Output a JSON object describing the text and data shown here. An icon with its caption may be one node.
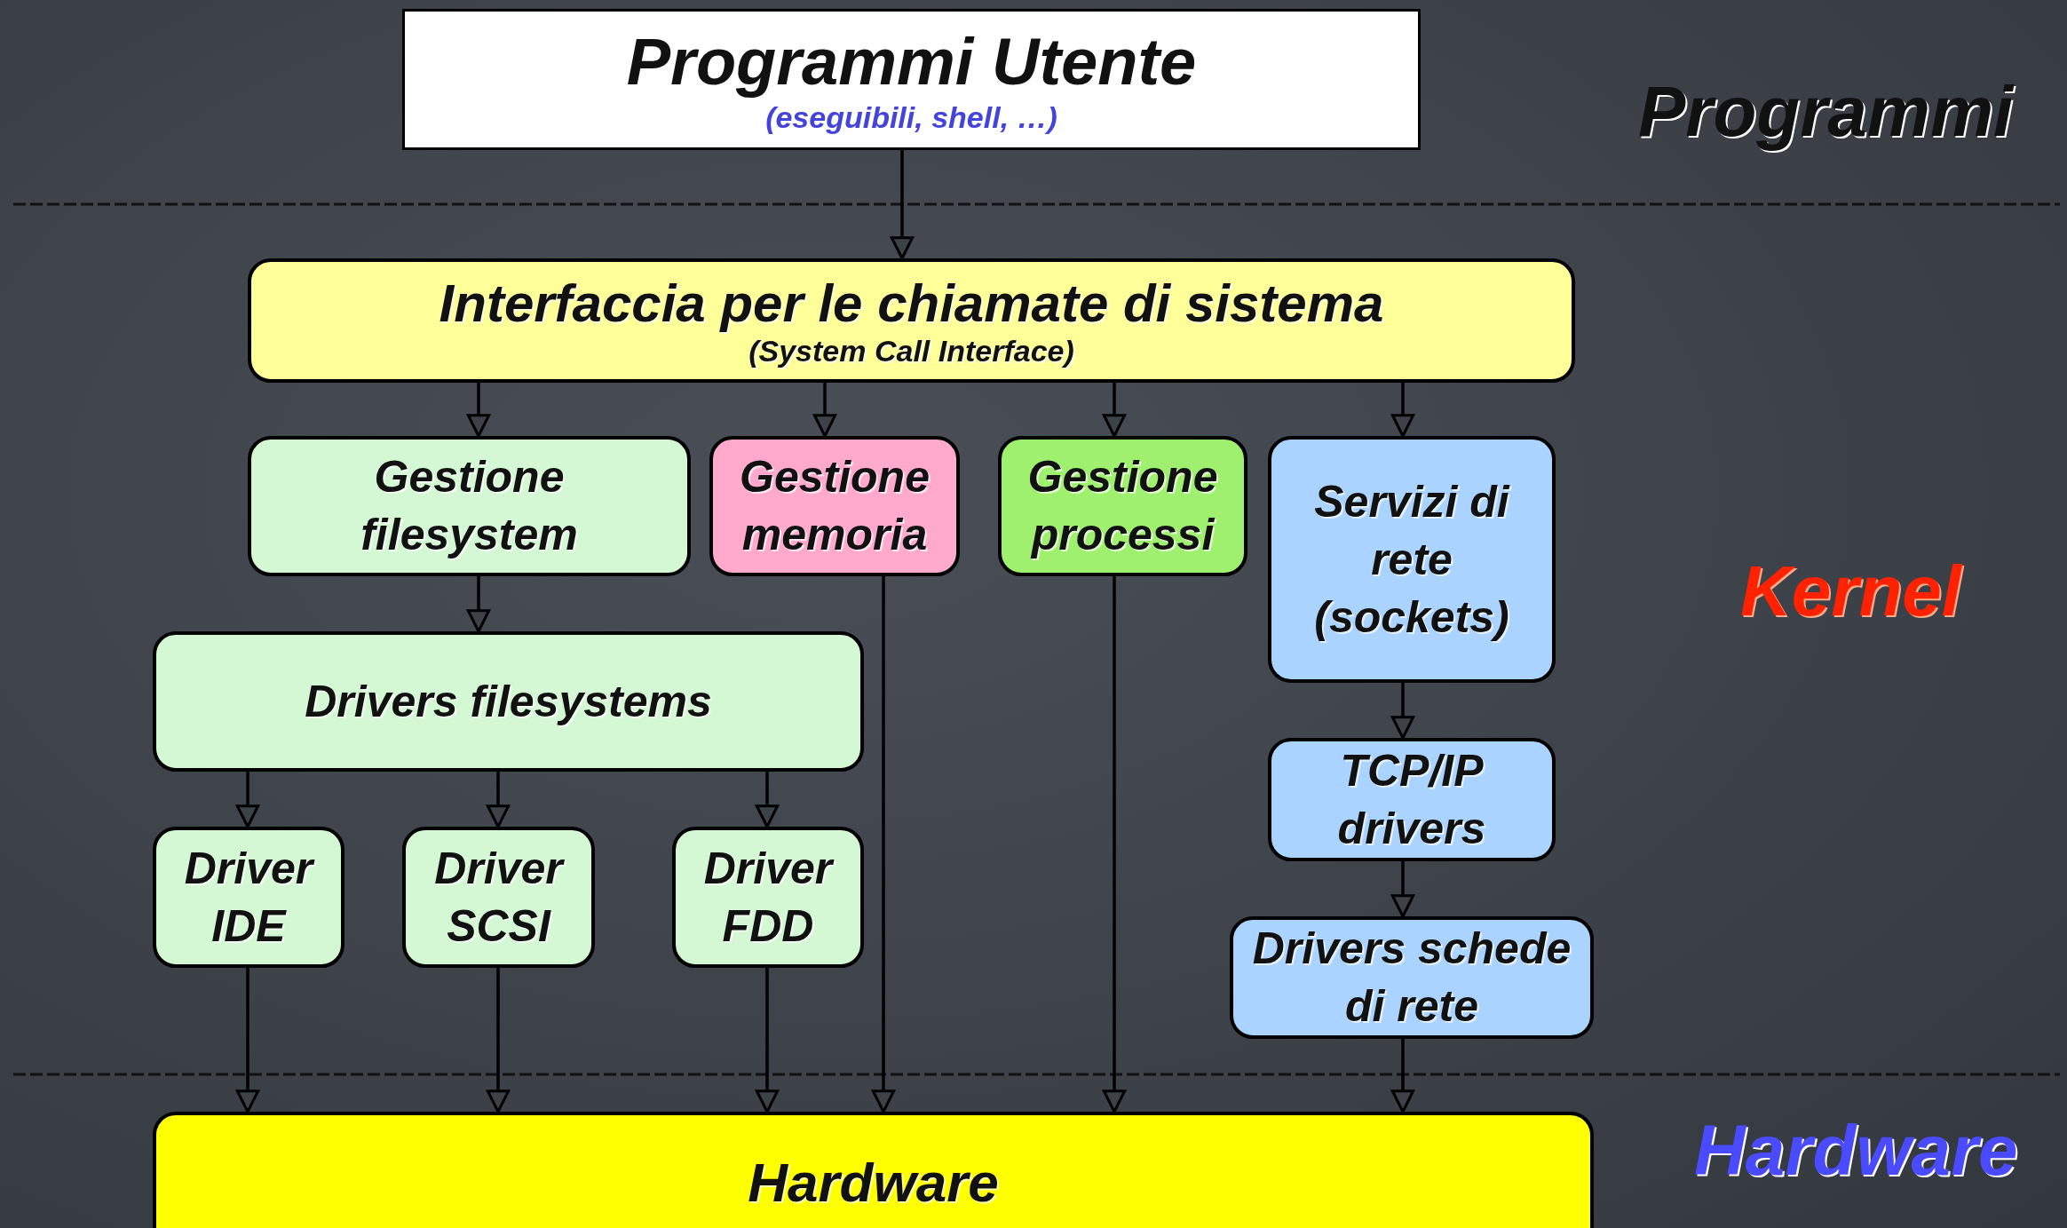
{
  "diagram": {
    "nodes": [
      {
        "text": [
          "Programmi Utente",
          "(eseguibili, shell, …)"
        ]
      },
      {
        "text": [
          "Interfaccia per le chiamate di sistema",
          "(System Call Interface)"
        ]
      },
      {
        "text": [
          "Gestione filesystem"
        ]
      },
      {
        "text": [
          "Gestione memoria"
        ]
      },
      {
        "text": [
          "Gestione processi"
        ]
      },
      {
        "text": [
          "Servizi di rete (sockets)"
        ]
      },
      {
        "text": [
          "Drivers filesystems"
        ]
      },
      {
        "text": [
          "Driver IDE"
        ]
      },
      {
        "text": [
          "Driver SCSI"
        ]
      },
      {
        "text": [
          "Driver FDD"
        ]
      },
      {
        "text": [
          "TCP/IP drivers"
        ]
      },
      {
        "text": [
          "Drivers schede di rete"
        ]
      },
      {
        "text": [
          "Hardware"
        ]
      }
    ],
    "edges": [
      {
        "from": 0,
        "to": 1,
        "arrow": "to"
      },
      {
        "from": 1,
        "to": 2,
        "arrow": "to"
      },
      {
        "from": 1,
        "to": 3,
        "arrow": "to"
      },
      {
        "from": 1,
        "to": 4,
        "arrow": "to"
      },
      {
        "from": 1,
        "to": 5,
        "arrow": "to"
      },
      {
        "from": 2,
        "to": 6,
        "arrow": "to"
      },
      {
        "from": 6,
        "to": 7,
        "arrow": "to"
      },
      {
        "from": 6,
        "to": 8,
        "arrow": "to"
      },
      {
        "from": 6,
        "to": 9,
        "arrow": "to"
      },
      {
        "from": 7,
        "to": 12,
        "arrow": "to"
      },
      {
        "from": 8,
        "to": 12,
        "arrow": "to"
      },
      {
        "from": 9,
        "to": 12,
        "arrow": "to"
      },
      {
        "from": 3,
        "to": 12,
        "arrow": "to"
      },
      {
        "from": 4,
        "to": 12,
        "arrow": "to"
      },
      {
        "from": 5,
        "to": 10,
        "arrow": "to"
      },
      {
        "from": 10,
        "to": 11,
        "arrow": "to"
      },
      {
        "from": 11,
        "to": 12,
        "arrow": "to"
      }
    ],
    "labels": [
      "Programmi",
      "Kernel",
      "Hardware"
    ]
  }
}
